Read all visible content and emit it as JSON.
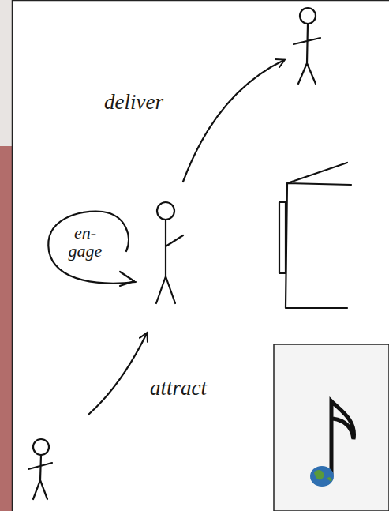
{
  "diagram": {
    "labels": [
      "deliver",
      "en- gage",
      "attract"
    ]
  }
}
